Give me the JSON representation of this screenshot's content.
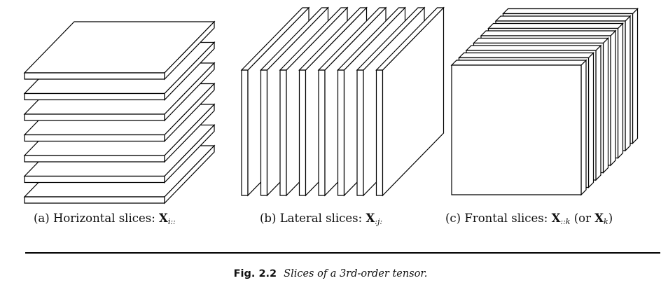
{
  "panels": [
    {
      "letter": "(a)",
      "text": "Horizontal slices:",
      "symbol": "X",
      "subscript": "i::",
      "slice_count": 7,
      "kind": "horizontal"
    },
    {
      "letter": "(b)",
      "text": "Lateral slices:",
      "symbol": "X",
      "subscript": ":j:",
      "slice_count": 8,
      "kind": "lateral"
    },
    {
      "letter": "(c)",
      "text": "Frontal slices:",
      "symbol": "X",
      "subscript": "::k",
      "alt_open": "(or",
      "alt_symbol": "X",
      "alt_subscript": "k",
      "alt_close": ")",
      "slice_count": 8,
      "kind": "frontal"
    }
  ],
  "caption": {
    "label": "Fig. 2.2",
    "text": "Slices of a 3rd-order tensor."
  },
  "colors": {
    "stroke": "#000000",
    "fill": "#ffffff"
  }
}
